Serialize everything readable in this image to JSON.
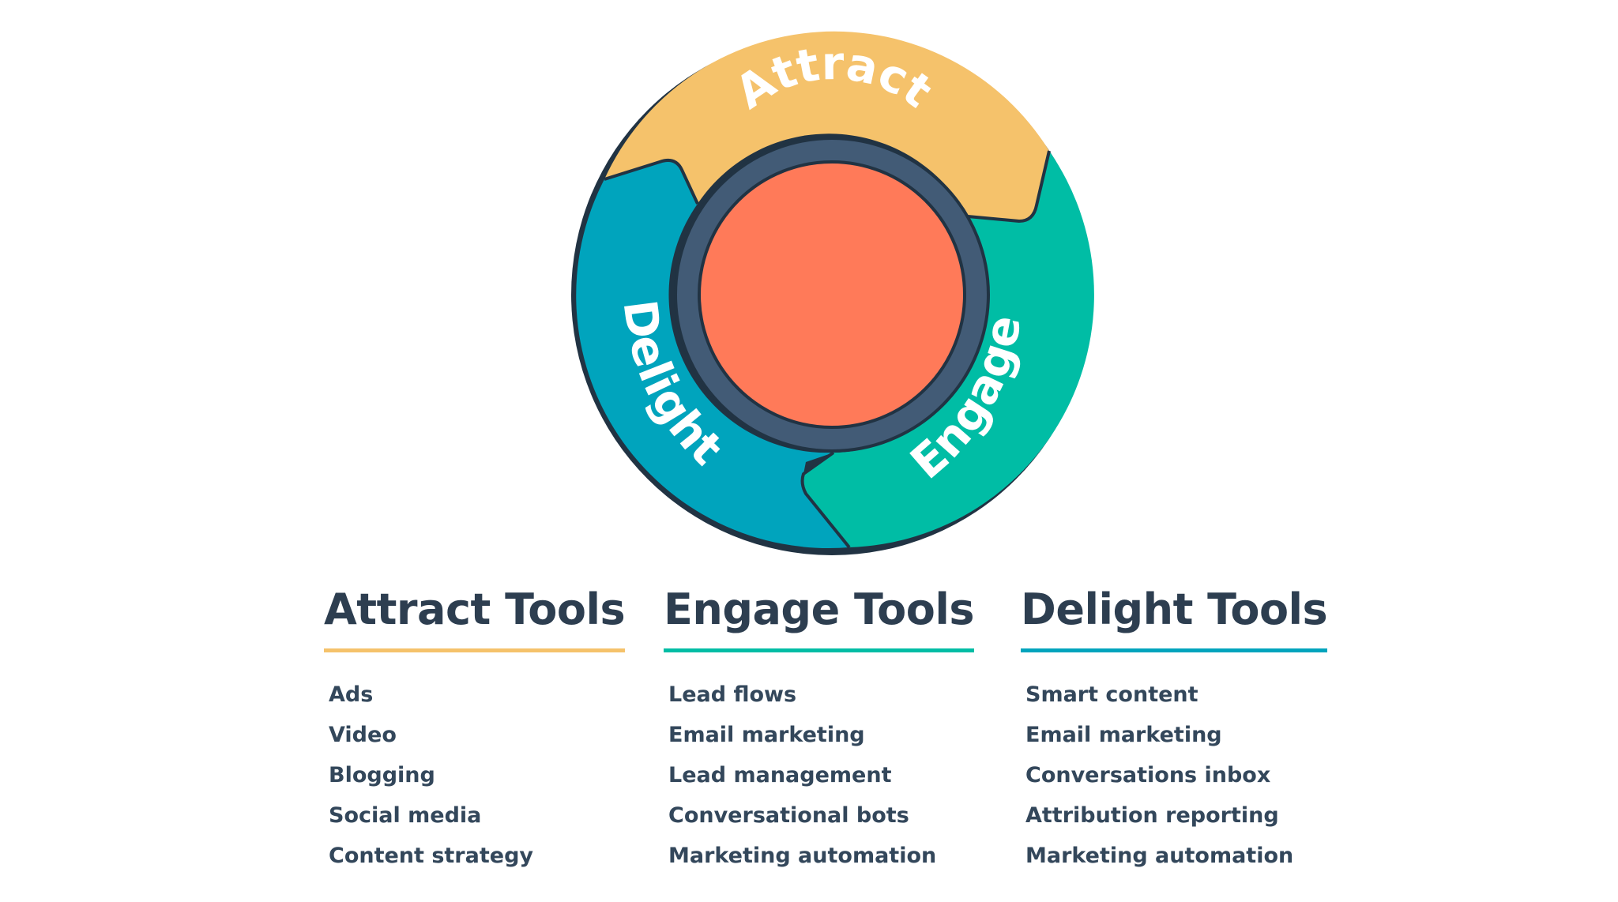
{
  "colors": {
    "attract": "#f5c26b",
    "engage": "#00bda5",
    "delight": "#00a4bd",
    "hub_ring": "#425b76",
    "hub_center": "#ff7a59",
    "outline": "#213343",
    "text_dark": "#33475b"
  },
  "flywheel": {
    "segments": [
      {
        "id": "attract",
        "label": "Attract"
      },
      {
        "id": "engage",
        "label": "Engage"
      },
      {
        "id": "delight",
        "label": "Delight"
      }
    ]
  },
  "tools": {
    "attract": {
      "title": "Attract Tools",
      "items": [
        "Ads",
        "Video",
        "Blogging",
        "Social media",
        "Content strategy"
      ]
    },
    "engage": {
      "title": "Engage Tools",
      "items": [
        "Lead flows",
        "Email marketing",
        "Lead management",
        "Conversational bots",
        "Marketing automation"
      ]
    },
    "delight": {
      "title": "Delight Tools",
      "items": [
        "Smart content",
        "Email marketing",
        "Conversations inbox",
        "Attribution reporting",
        "Marketing automation"
      ]
    }
  }
}
